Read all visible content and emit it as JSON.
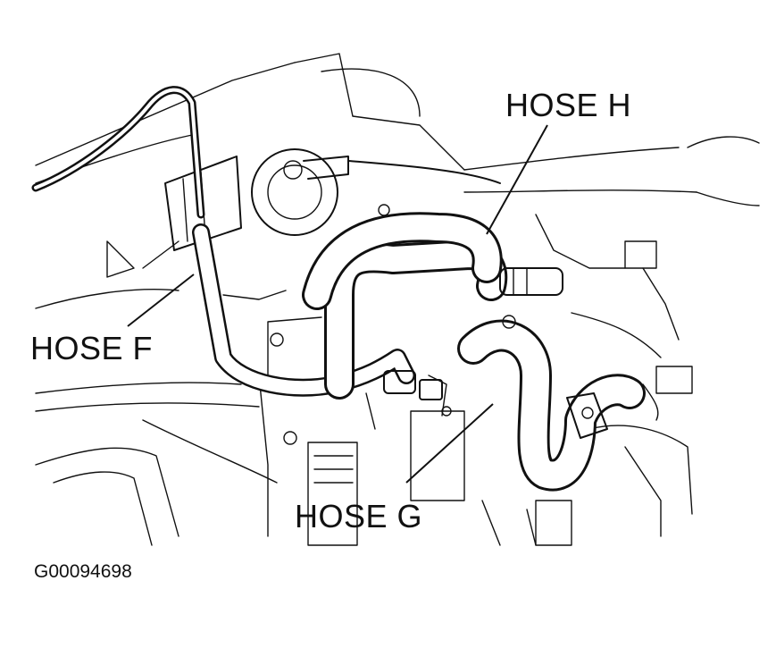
{
  "labels": {
    "hose_h": "HOSE H",
    "hose_f": "HOSE F",
    "hose_g": "HOSE G"
  },
  "figure_id": "G00094698",
  "colors": {
    "line": "#111111",
    "background": "#ffffff"
  }
}
